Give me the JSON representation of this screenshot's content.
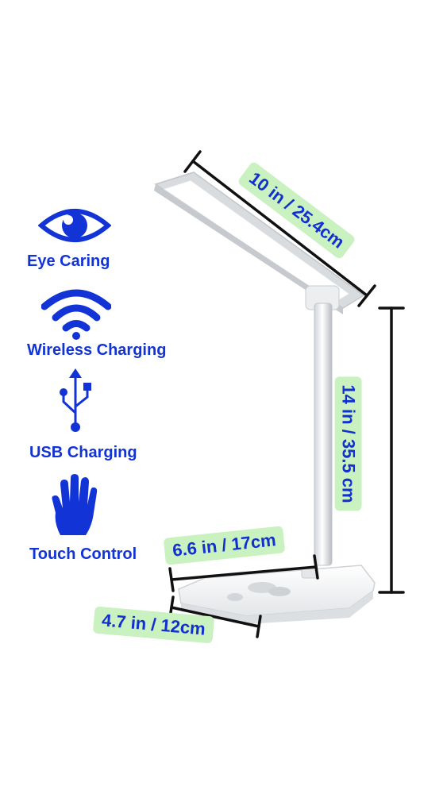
{
  "features": [
    {
      "label": "Eye Caring",
      "icon": "eye-icon"
    },
    {
      "label": "Wireless Charging",
      "icon": "wifi-icon"
    },
    {
      "label": "USB Charging",
      "icon": "usb-icon"
    },
    {
      "label": "Touch Control",
      "icon": "hand-icon"
    }
  ],
  "dimensions": {
    "head_width": "10 in / 25.4cm",
    "height": "14 in / 35.5 cm",
    "base_width": "6.6 in / 17cm",
    "base_depth": "4.7 in / 12cm"
  },
  "colors": {
    "accent_blue": "#1233d6",
    "label_bg": "#c9f2c0",
    "line": "#111111"
  }
}
